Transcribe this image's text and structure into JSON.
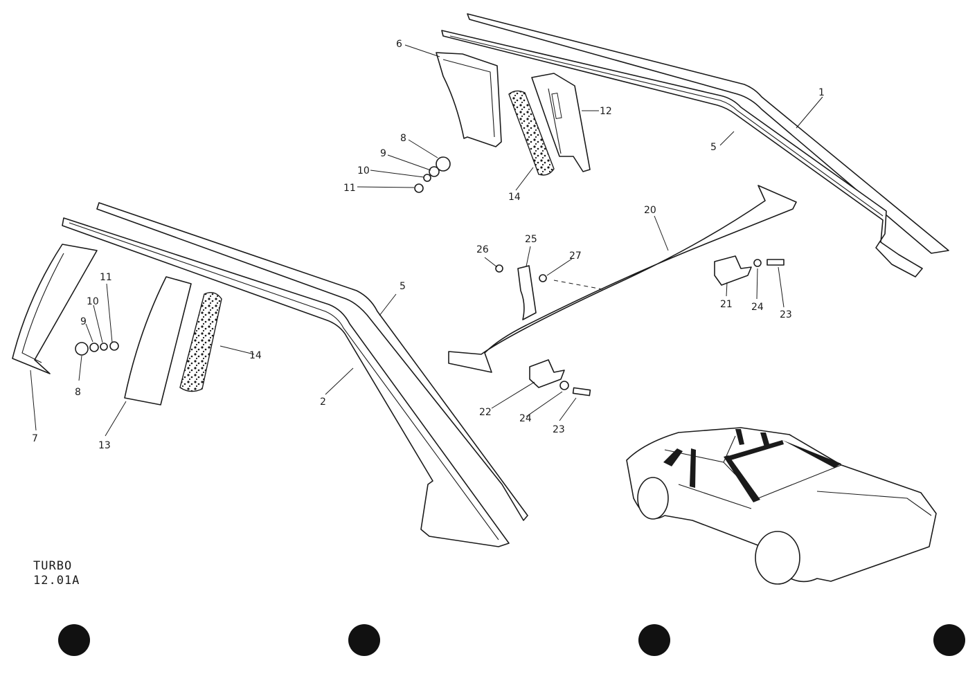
{
  "caption": {
    "line1": "TURBO",
    "line2": "12.01A"
  },
  "callouts": [
    "1",
    "2",
    "5",
    "5",
    "6",
    "7",
    "8",
    "8",
    "9",
    "9",
    "10",
    "10",
    "11",
    "11",
    "12",
    "13",
    "14",
    "14",
    "20",
    "21",
    "22",
    "23",
    "23",
    "24",
    "24",
    "25",
    "26",
    "27"
  ],
  "colors": {
    "ink": "#1a1a1a",
    "paper": "#ffffff",
    "punch_hole": "#111111"
  }
}
